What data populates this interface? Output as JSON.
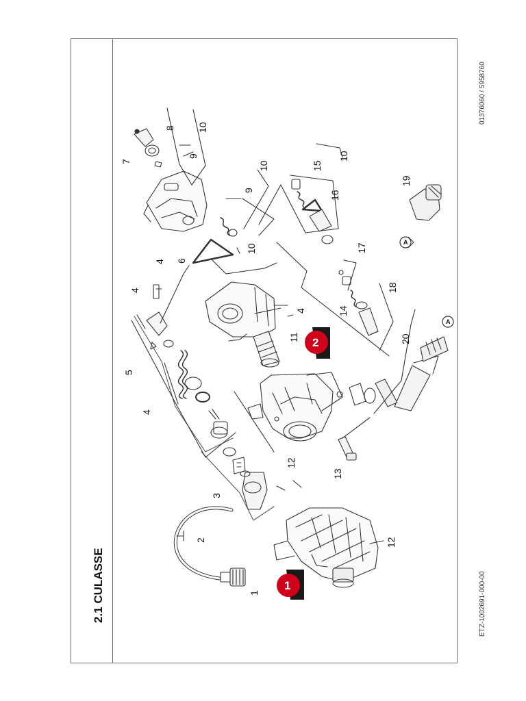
{
  "page": {
    "title": "2.1 CULASSE",
    "doc_id": "ETZ-1002691-000-00",
    "doc_ref": "01376060 / 5958760"
  },
  "diagram": {
    "type": "exploded-parts-drawing",
    "part_labels": [
      "1",
      "2",
      "3",
      "4",
      "4",
      "4",
      "4",
      "5",
      "6",
      "7",
      "8",
      "9",
      "9",
      "10",
      "10",
      "10",
      "10",
      "11",
      "12",
      "12",
      "13",
      "14",
      "15",
      "16",
      "17",
      "18",
      "19",
      "20"
    ],
    "callouts": [
      {
        "number": "1",
        "color": "#d0021b"
      },
      {
        "number": "2",
        "color": "#d0021b"
      }
    ],
    "reference_markers": [
      "A",
      "A"
    ]
  }
}
